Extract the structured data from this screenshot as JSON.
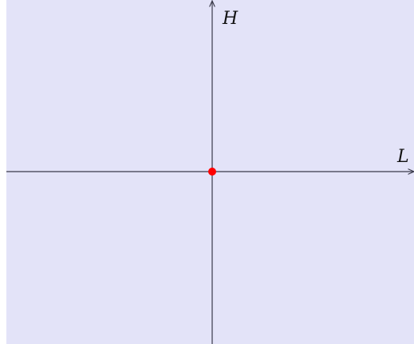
{
  "colors": {
    "background": "#e3e3f8",
    "axis": "#3a3a4a",
    "point": "#ff0000",
    "label": "#111111"
  },
  "axes": {
    "horizontal_label": "L",
    "vertical_label": "H"
  },
  "points": [
    {
      "name": "origin",
      "L": 0,
      "H": 0
    }
  ]
}
